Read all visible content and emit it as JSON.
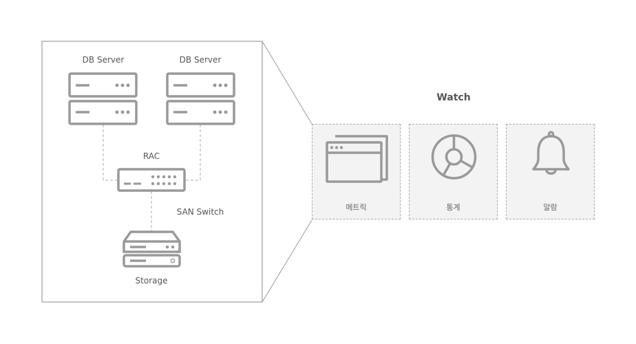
{
  "architecture": {
    "db_server_left_label": "DB Server",
    "db_server_right_label": "DB Server",
    "rac_label": "RAC",
    "san_switch_label": "SAN Switch",
    "storage_label": "Storage"
  },
  "watch": {
    "title": "Watch",
    "panels": [
      {
        "label": "메트릭",
        "icon": "windows-icon"
      },
      {
        "label": "통계",
        "icon": "donut-chart-icon"
      },
      {
        "label": "알람",
        "icon": "bell-icon"
      }
    ]
  },
  "colors": {
    "icon_stroke": "#999999",
    "frame_line": "#888888",
    "panel_background": "#f3f3f3",
    "panel_border": "#aaaaaa"
  }
}
